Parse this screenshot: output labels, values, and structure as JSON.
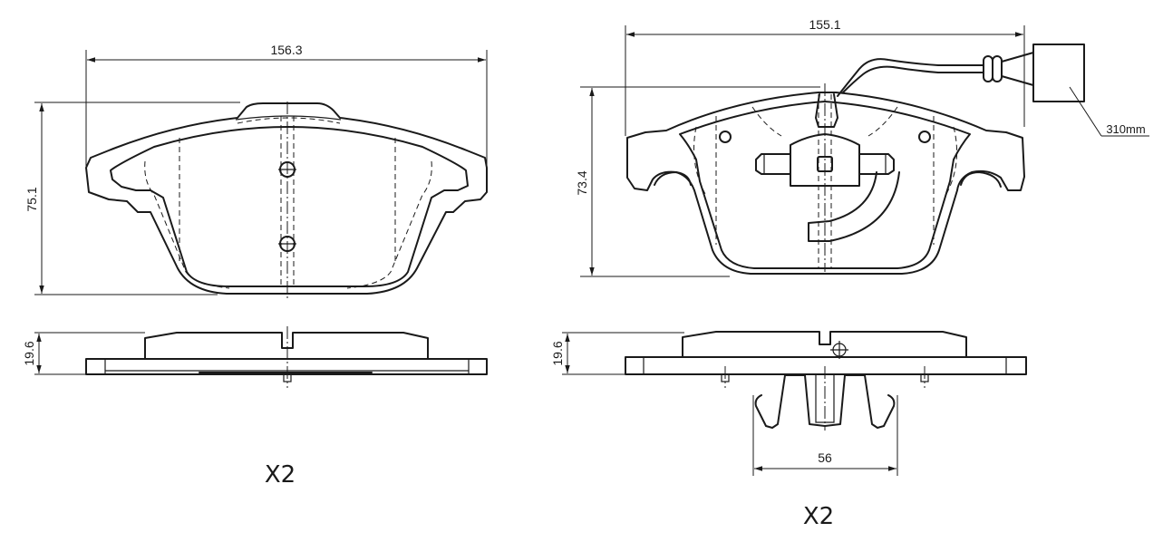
{
  "left_pad": {
    "width_label": "156.3",
    "height_label": "75.1",
    "thickness_label": "19.6",
    "quantity_label": "X2"
  },
  "right_pad": {
    "width_label": "155.1",
    "height_label": "73.4",
    "thickness_label": "19.6",
    "wire_label": "310mm",
    "clip_span_label": "56",
    "quantity_label": "X2"
  }
}
